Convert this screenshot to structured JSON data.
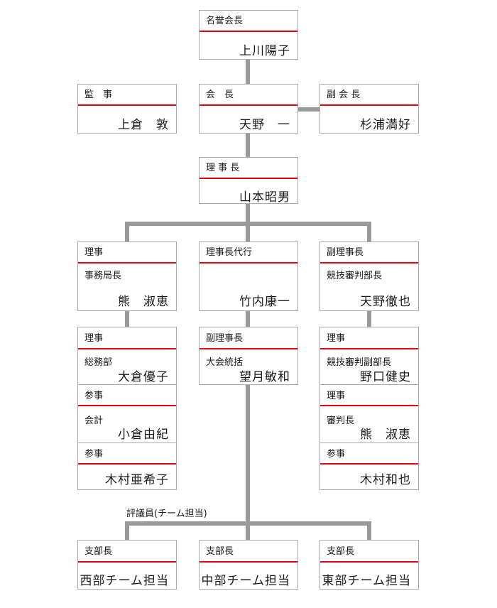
{
  "boxes": [
    {
      "id": "honorary-president",
      "rows": [
        {
          "title": "名誉会長",
          "entries": [
            {
              "name": "上川陽子"
            }
          ]
        }
      ]
    },
    {
      "id": "auditor",
      "rows": [
        {
          "title": "監　事",
          "entries": [
            {
              "name": "上倉　敦"
            }
          ]
        }
      ]
    },
    {
      "id": "president",
      "rows": [
        {
          "title": "会　長",
          "entries": [
            {
              "name": "天野　一"
            }
          ]
        }
      ]
    },
    {
      "id": "vice-president",
      "rows": [
        {
          "title": "副 会 長",
          "entries": [
            {
              "name": "杉浦満好"
            }
          ]
        }
      ]
    },
    {
      "id": "chairman",
      "rows": [
        {
          "title": "理 事 長",
          "entries": [
            {
              "name": "山本昭男"
            }
          ]
        }
      ]
    },
    {
      "id": "director-left",
      "rows": [
        {
          "title": "理事",
          "entries": [
            {
              "role": "事務局長",
              "name": "熊　淑恵"
            }
          ]
        }
      ]
    },
    {
      "id": "acting-chairman",
      "rows": [
        {
          "title": "理事長代行",
          "entries": [
            {
              "name": "竹内康一"
            }
          ]
        }
      ]
    },
    {
      "id": "vice-chairman-right",
      "rows": [
        {
          "title": "副理事長",
          "entries": [
            {
              "role": "競技審判部長",
              "name": "天野徹也"
            }
          ]
        }
      ]
    },
    {
      "id": "left-staff",
      "rows": [
        {
          "title": "理事",
          "entries": [
            {
              "role": "総務部",
              "name": "大倉優子"
            }
          ]
        },
        {
          "title": "参事",
          "entries": [
            {
              "role": "会計",
              "name": "小倉由紀"
            }
          ]
        },
        {
          "title": "参事",
          "entries": [
            {
              "name": "木村亜希子"
            }
          ]
        }
      ]
    },
    {
      "id": "vice-chairman-center",
      "rows": [
        {
          "title": "副理事長",
          "entries": [
            {
              "role": "大会統括",
              "name": "望月敏和"
            }
          ]
        }
      ]
    },
    {
      "id": "right-staff",
      "rows": [
        {
          "title": "理事",
          "entries": [
            {
              "role": "競技審判副部長",
              "name": "野口健史"
            }
          ]
        },
        {
          "title": "理事",
          "entries": [
            {
              "role": "審判長",
              "name": "熊　淑恵"
            }
          ]
        },
        {
          "title": "参事",
          "entries": [
            {
              "name": "木村和也"
            }
          ]
        }
      ]
    },
    {
      "id": "branch-west",
      "rows": [
        {
          "title": "支部長",
          "entries": [
            {
              "name": "西部チーム担当"
            }
          ]
        }
      ]
    },
    {
      "id": "branch-central",
      "rows": [
        {
          "title": "支部長",
          "entries": [
            {
              "name": "中部チーム担当"
            }
          ]
        }
      ]
    },
    {
      "id": "branch-east",
      "rows": [
        {
          "title": "支部長",
          "entries": [
            {
              "name": "東部チーム担当"
            }
          ]
        }
      ]
    }
  ],
  "council_label": "評議員(チーム担当)",
  "colors": {
    "accent": "#e60012",
    "line": "#9a9a9a",
    "border": "#aaaaaa"
  }
}
